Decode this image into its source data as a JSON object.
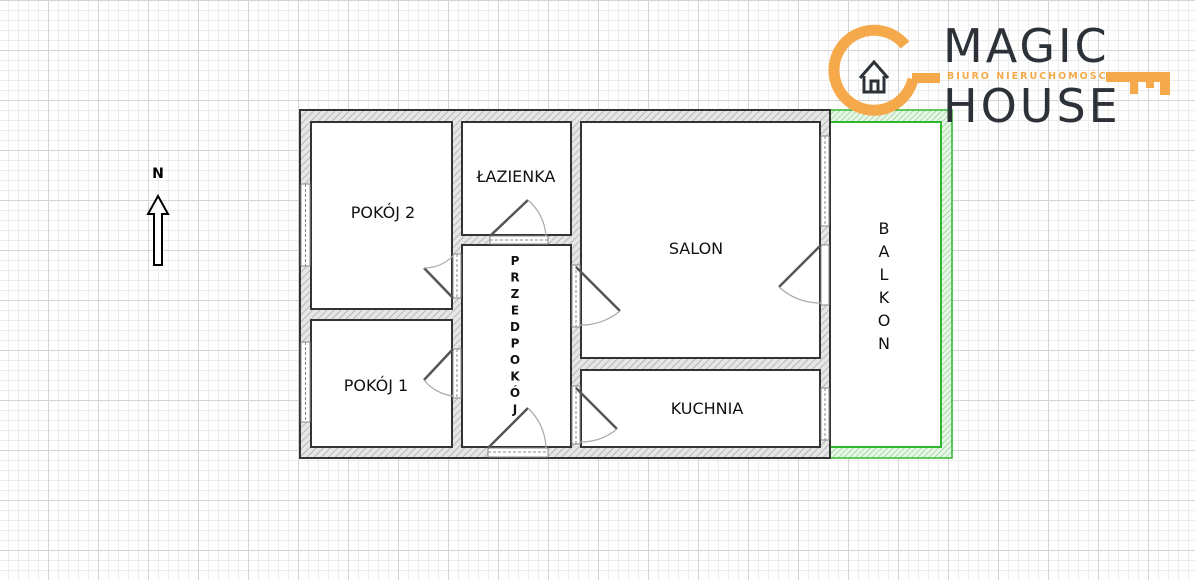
{
  "rooms": {
    "pokoj2": "POKÓJ 2",
    "pokoj1": "POKÓJ 1",
    "lazienka": "ŁAZIENKA",
    "przedpokoj": [
      "P",
      "R",
      "Z",
      "E",
      "D",
      "P",
      "O",
      "K",
      "Ó",
      "J"
    ],
    "salon": "SALON",
    "kuchnia": "KUCHNIA",
    "balkon": [
      "B",
      "A",
      "L",
      "K",
      "O",
      "N"
    ]
  },
  "compass": {
    "label": "N"
  },
  "logo": {
    "line1": "MAGIC",
    "tagline": "BIURO NIERUCHOMOŚCI",
    "line2": "HOUSE"
  },
  "colors": {
    "wall": "#3a3a3a",
    "balcony": "#2db82d",
    "logo_orange": "#f5a94a",
    "logo_dark": "#2d3238"
  }
}
